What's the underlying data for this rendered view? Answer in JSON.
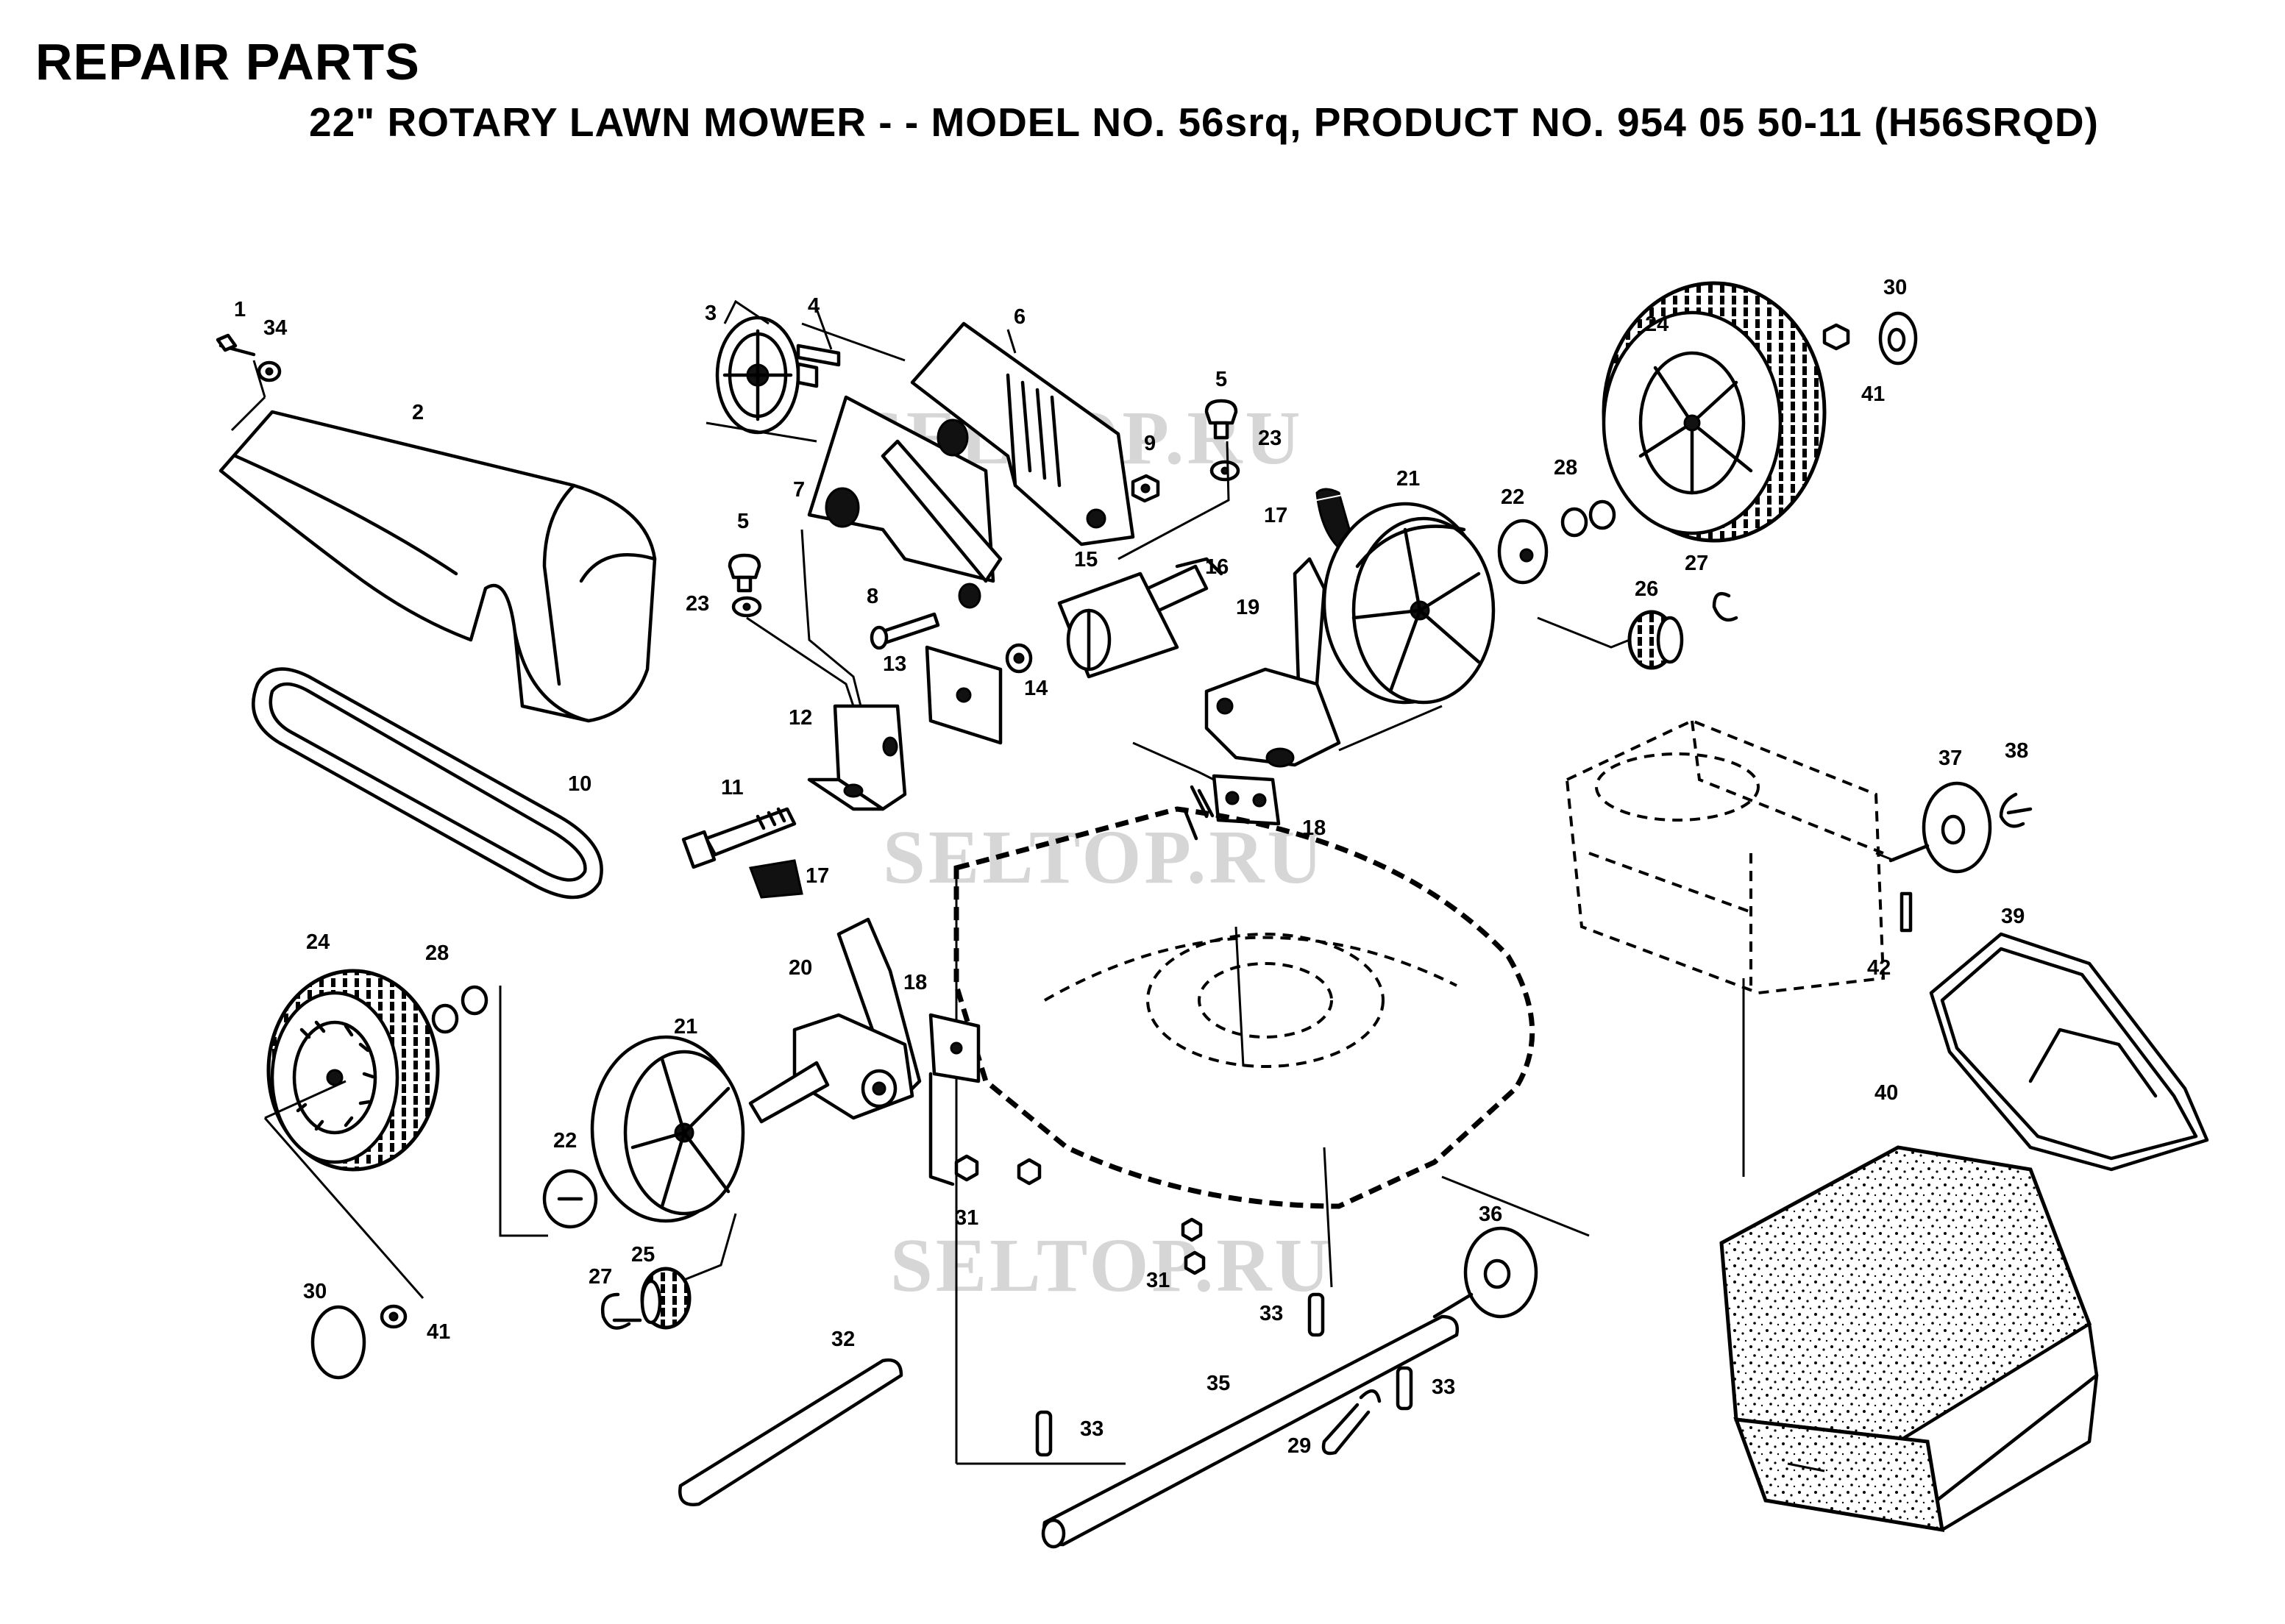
{
  "header": {
    "title": "REPAIR PARTS",
    "subtitle": "22\" ROTARY LAWN MOWER - - MODEL NO. 56srq, PRODUCT NO. 954 05 50-11 (H56SRQD)"
  },
  "watermark": {
    "text": "SELTOP.RU"
  },
  "callouts": {
    "c1": "1",
    "c34": "34",
    "c2": "2",
    "c3": "3",
    "c4": "4",
    "c6": "6",
    "c7": "7",
    "c5a": "5",
    "c23a": "23",
    "c9": "9",
    "c5b": "5",
    "c23b": "23",
    "c8": "8",
    "c15": "15",
    "c16": "16",
    "c13": "13",
    "c14": "14",
    "c12": "12",
    "c11": "11",
    "c10": "10",
    "c17a": "17",
    "c17b": "17",
    "c18a": "18",
    "c19": "19",
    "c21a": "21",
    "c22a": "22",
    "c28a": "28",
    "c24a": "24",
    "c30a": "30",
    "c41a": "41",
    "c27a": "27",
    "c26": "26",
    "c37": "37",
    "c38": "38",
    "c42": "42",
    "c39": "39",
    "c40": "40",
    "c24b": "24",
    "c28b": "28",
    "c20": "20",
    "c18b": "18",
    "c21b": "21",
    "c22b": "22",
    "c31a": "31",
    "c31b": "31",
    "c36": "36",
    "c33a": "33",
    "c33b": "33",
    "c33c": "33",
    "c35": "35",
    "c29": "29",
    "c32": "32",
    "c25": "25",
    "c27b": "27",
    "c30b": "30",
    "c41b": "41"
  }
}
